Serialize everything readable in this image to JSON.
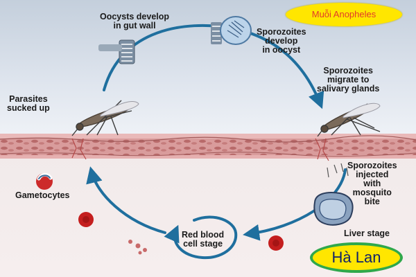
{
  "labels": {
    "oocysts": [
      "Oocysts develop",
      "in gut wall"
    ],
    "sporozoites_develop": [
      "Sporozoites",
      "develop",
      "in oocyst"
    ],
    "sporozoites_migrate": [
      "Sporozoites",
      "migrate to",
      "salivary glands"
    ],
    "parasites_sucked": [
      "Parasites",
      "sucked up"
    ],
    "gametocytes": "Gametocytes",
    "sporozoites_injected": [
      "Sporozoites",
      "injected",
      "with",
      "mosquito",
      "bite"
    ],
    "liver_stage": "Liver stage",
    "red_blood_cell_stage": [
      "Red blood",
      "cell stage"
    ]
  },
  "tags": {
    "species": "Muỗi Anopheles",
    "location": "Hà Lan"
  },
  "icons": [
    "mosquito-left-icon",
    "mosquito-right-icon",
    "oocyst-icon",
    "gut-wall-icon",
    "liver-cell-icon",
    "red-blood-cell-icon",
    "gametocyte-icon"
  ],
  "colors": {
    "cycle_arrow": "#1f6f9e",
    "skin": "#d8a0a0",
    "species_tag_fill": "#ffe600",
    "species_tag_text": "#e23a2a",
    "location_tag_border": "#2fa84b",
    "location_tag_text": "#10226a"
  }
}
